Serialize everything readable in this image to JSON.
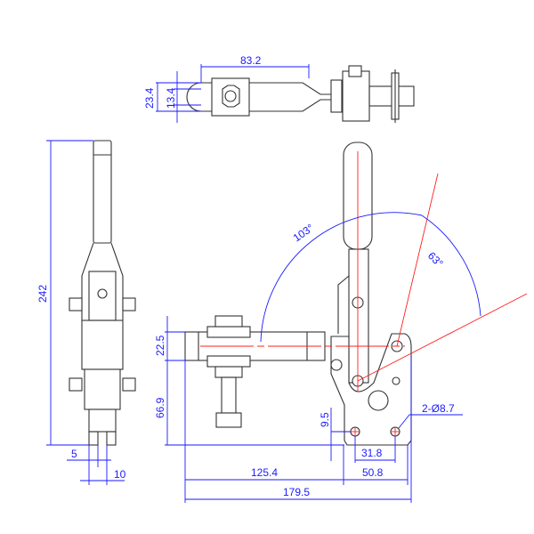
{
  "title": "Vertical toggle clamp dimension drawing",
  "top_view": {
    "length": "83.2",
    "width_outer": "23.4",
    "width_inner": "13.4"
  },
  "side_view": {
    "height": "242",
    "dim_a": "5",
    "dim_b": "10"
  },
  "front_view": {
    "angle_open": "103°",
    "angle_handle": "63°",
    "bar_height": "22.5",
    "bar_to_base": "66.9",
    "hole_offset": "9.5",
    "holes": "2-Ø8.7",
    "hole_spacing": "31.8",
    "base_width": "50.8",
    "reach": "125.4",
    "overall_length": "179.5"
  },
  "colors": {
    "outline": "#333333",
    "dimension": "#1a1aff",
    "centerline": "#ff2020"
  }
}
